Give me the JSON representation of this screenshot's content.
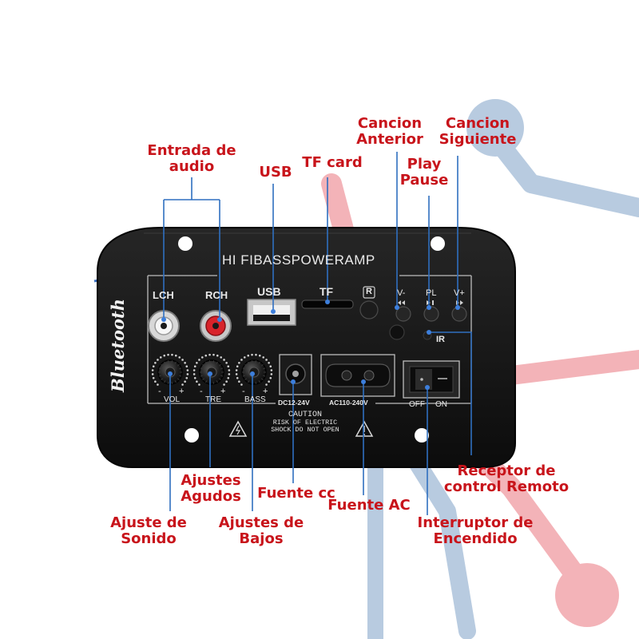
{
  "theme": {
    "label_color": "#c8141b",
    "panel_color": "#141414",
    "leader_line_color": "#2f6fc0",
    "bg_red": "#f3b3b8",
    "bg_blue": "#b8cbe0"
  },
  "panel": {
    "title": "HI FIBASSPOWERAMP",
    "brand": "Bluetooth",
    "inputs": {
      "left": "LCH",
      "right": "RCH"
    },
    "usb": "USB",
    "tf": "TF",
    "receiver_mark": "R",
    "buttons": {
      "prev": "V-",
      "play": "PL",
      "next": "V+"
    },
    "ir": "IR",
    "knobs": [
      {
        "name": "VOL",
        "minus": "-",
        "plus": "+"
      },
      {
        "name": "TRE",
        "minus": "-",
        "plus": "+"
      },
      {
        "name": "BASS",
        "minus": "-",
        "plus": "+"
      }
    ],
    "dc_label": "DC12-24V",
    "ac_label": "AC110-240V",
    "switch": {
      "off": "OFF",
      "on": "ON"
    },
    "caution": {
      "title": "CAUTION",
      "line1": "RISK OF ELECTRIC",
      "line2": "SHOCK DO NOT OPEN"
    }
  },
  "callouts": {
    "audio_input": "Entrada de\naudio",
    "usb": "USB",
    "tf_card": "TF card",
    "prev_song": "Cancion\nAnterior",
    "play_pause": "Play\nPause",
    "next_song": "Cancion\nSiguiente",
    "remote_receiver": "Receptor de\ncontrol Remoto",
    "treble": "Ajustes\nAgudos",
    "dc_power": "Fuente cc",
    "ac_power": "Fuente AC",
    "volume": "Ajuste de\nSonido",
    "bass": "Ajustes de\nBajos",
    "power_switch": "Interruptor de\nEncendido"
  }
}
